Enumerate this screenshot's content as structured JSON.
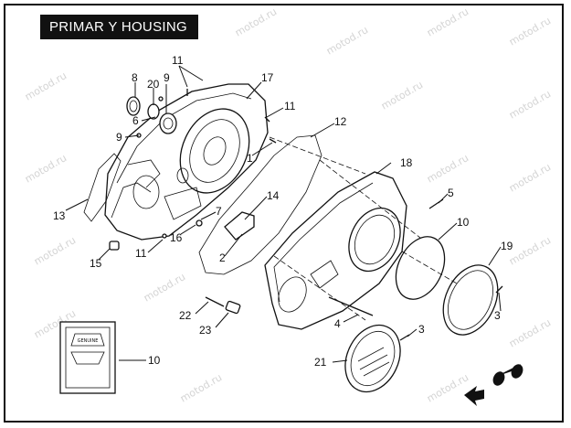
{
  "title": "PRIMAR Y HOUSING",
  "watermark": "motod.ru",
  "callouts": {
    "c1": "1",
    "c2": "2",
    "c3a": "3",
    "c3b": "3",
    "c4": "4",
    "c5": "5",
    "c6": "6",
    "c7": "7",
    "c8": "8",
    "c9a": "9",
    "c9b": "9",
    "c10a": "10",
    "c10b": "10",
    "c11a": "11",
    "c11b": "11",
    "c11c": "11",
    "c12": "12",
    "c13": "13",
    "c14": "14",
    "c15": "15",
    "c16": "16",
    "c17": "17",
    "c18": "18",
    "c19": "19",
    "c20": "20",
    "c21": "21",
    "c22": "22",
    "c23": "23"
  },
  "kit_label": "GENUINE"
}
